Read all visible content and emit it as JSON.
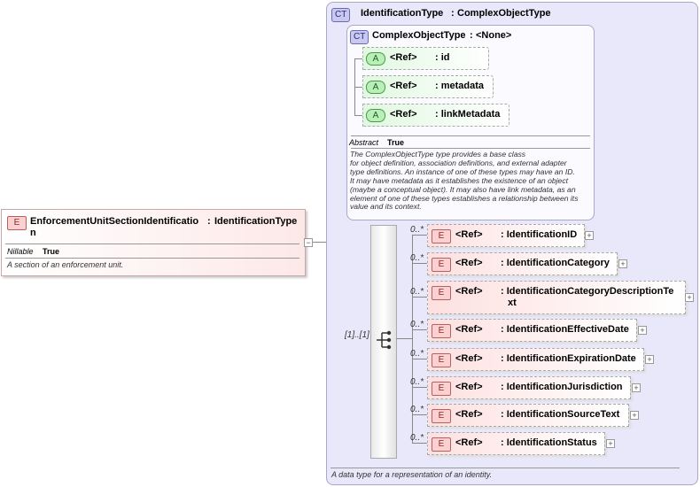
{
  "root": {
    "badge": "E",
    "name_line1": "EnforcementUnitSectionIdentificatio",
    "name_line2": "n",
    "type_sep": ":",
    "type": "IdentificationType",
    "nillable_label": "Nillable",
    "nillable_value": "True",
    "description": "A section of an enforcement unit.",
    "collapse": "−"
  },
  "outer_ct": {
    "badge": "CT",
    "title": "IdentificationType",
    "type": "ComplexObjectType",
    "description": "A data type for a representation of an identity."
  },
  "inner_ct": {
    "badge": "CT",
    "title": "ComplexObjectType",
    "type": "<None>",
    "abstract_label": "Abstract",
    "abstract_value": "True",
    "description_lines": [
      "The ComplexObjectType type provides a base class",
      "for object definition, association definitions, and external adapter",
      "type definitions. An instance of one of these types may have an ID.",
      "It may have metadata as it establishes the existence of an object",
      "(maybe a conceptual object). It may also have link metadata, as an",
      "element of one of these types establishes a relationship between its",
      "value and its context."
    ],
    "attributes": [
      {
        "badge": "A",
        "ref": "<Ref>",
        "name": ": id"
      },
      {
        "badge": "A",
        "ref": "<Ref>",
        "name": ": metadata"
      },
      {
        "badge": "A",
        "ref": "<Ref>",
        "name": ": linkMetadata"
      }
    ]
  },
  "sequence": {
    "occurrence": "[1]..[1]"
  },
  "children": [
    {
      "badge": "E",
      "occ": "0..*",
      "ref": "<Ref>",
      "name": ": IdentificationID",
      "plus": "+"
    },
    {
      "badge": "E",
      "occ": "0..*",
      "ref": "<Ref>",
      "name": ": IdentificationCategory",
      "plus": "+"
    },
    {
      "badge": "E",
      "occ": "0..*",
      "ref": "<Ref>",
      "name": ": IdentificationCategoryDescriptionTe",
      "name2": "xt",
      "plus": "+"
    },
    {
      "badge": "E",
      "occ": "0..*",
      "ref": "<Ref>",
      "name": ": IdentificationEffectiveDate",
      "plus": "+"
    },
    {
      "badge": "E",
      "occ": "0..*",
      "ref": "<Ref>",
      "name": ": IdentificationExpirationDate",
      "plus": "+"
    },
    {
      "badge": "E",
      "occ": "0..*",
      "ref": "<Ref>",
      "name": ": IdentificationJurisdiction",
      "plus": "+"
    },
    {
      "badge": "E",
      "occ": "0..*",
      "ref": "<Ref>",
      "name": ": IdentificationSourceText",
      "plus": "+"
    },
    {
      "badge": "E",
      "occ": "0..*",
      "ref": "<Ref>",
      "name": ": IdentificationStatus",
      "plus": "+"
    }
  ]
}
